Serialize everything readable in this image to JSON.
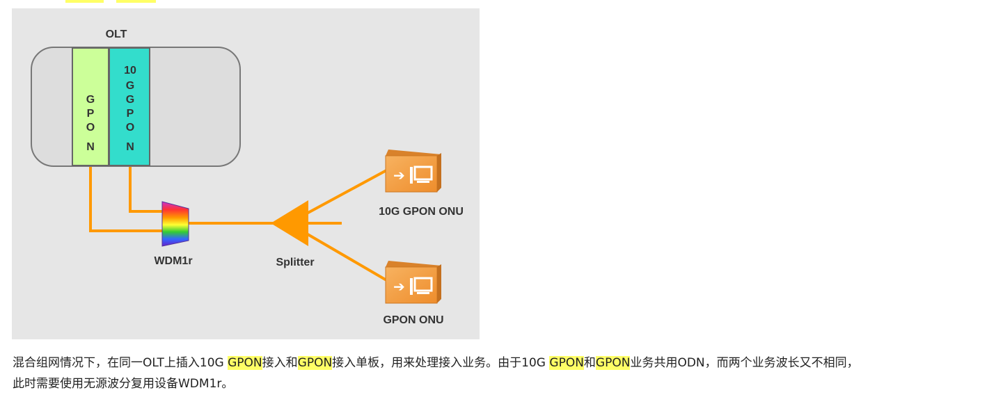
{
  "diagram": {
    "olt_label": "OLT",
    "gpon_card_label": "GPON",
    "gpon_card_color": "#ccff99",
    "xgpon_card_label_top": "10",
    "xgpon_card_label_rest": "GPON",
    "xgpon_card_color": "#33ddcc",
    "wdm_label": "WDM1r",
    "splitter_label": "Splitter",
    "onu_top_label": "10G GPON ONU",
    "onu_bottom_label": "GPON ONU",
    "fiber_color": "#ff9900",
    "onu_color": "#f5a04a",
    "background_color": "#e6e6e6",
    "icons": [
      "wdm-prism-icon",
      "splitter-triangle-icon",
      "onu-device-icon"
    ]
  },
  "paragraph": {
    "line1": [
      {
        "text": "混合组网情况下，在同一OLT上插入10G ",
        "hl": false
      },
      {
        "text": "GPON",
        "hl": true
      },
      {
        "text": "接入和",
        "hl": false
      },
      {
        "text": "GPON",
        "hl": true
      },
      {
        "text": "接入单板，用来处理接入业务。由于10G ",
        "hl": false
      },
      {
        "text": "GPON",
        "hl": true
      },
      {
        "text": "和",
        "hl": false
      },
      {
        "text": "GPON",
        "hl": true
      },
      {
        "text": "业务共用ODN，而两个业务波长又不相同，",
        "hl": false
      }
    ],
    "line2": "此时需要使用无源波分复用设备WDM1r。"
  }
}
